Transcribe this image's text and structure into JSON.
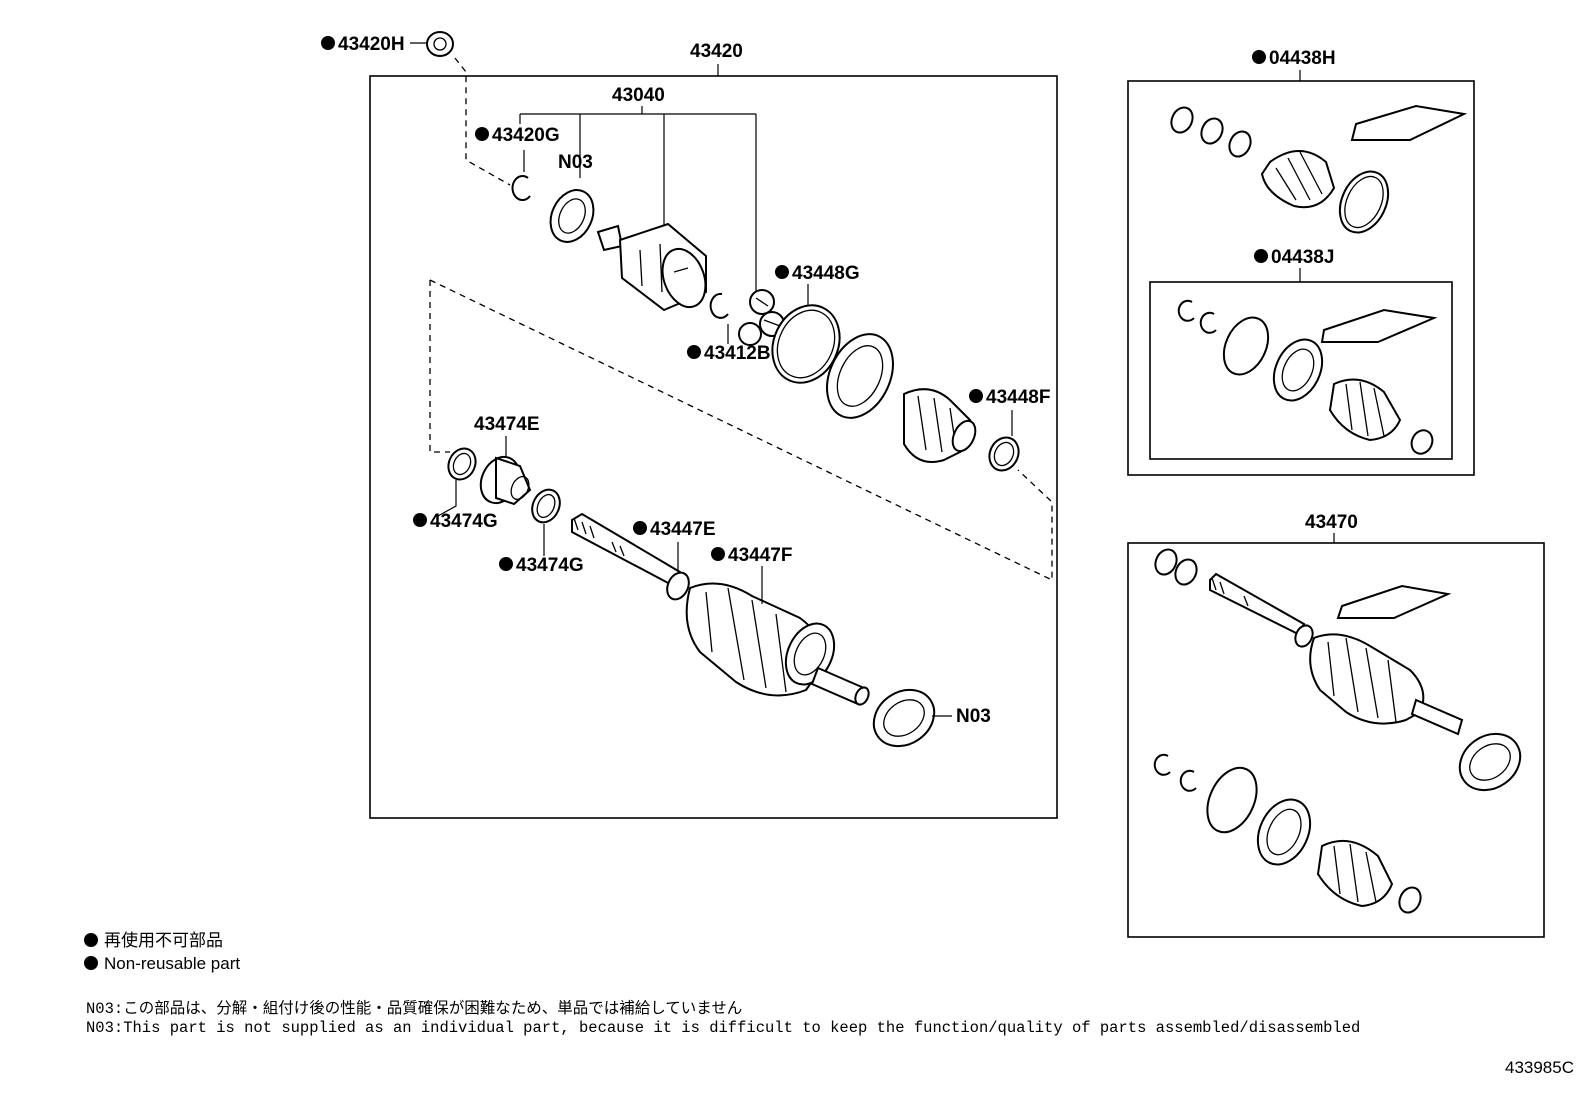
{
  "labels": {
    "l_43420H": "43420H",
    "l_43420": "43420",
    "l_43040": "43040",
    "l_43420G": "43420G",
    "l_N03_top": "N03",
    "l_43448G": "43448G",
    "l_43412B": "43412B",
    "l_43448F": "43448F",
    "l_43474E": "43474E",
    "l_43474G_a": "43474G",
    "l_43474G_b": "43474G",
    "l_43447E": "43447E",
    "l_43447F": "43447F",
    "l_N03_bottom": "N03",
    "l_04438H": "04438H",
    "l_04438J": "04438J",
    "l_43470": "43470"
  },
  "legend": {
    "jp": "再使用不可部品",
    "en": "Non-reusable part"
  },
  "notes": {
    "jp": "N03:この部品は、分解・組付け後の性能・品質確保が困難なため、単品では補給していません",
    "en": "N03:This part is not supplied as an individual part, because it is difficult to keep the function/quality of parts assembled/disassembled"
  },
  "diagram_code": "433985C"
}
